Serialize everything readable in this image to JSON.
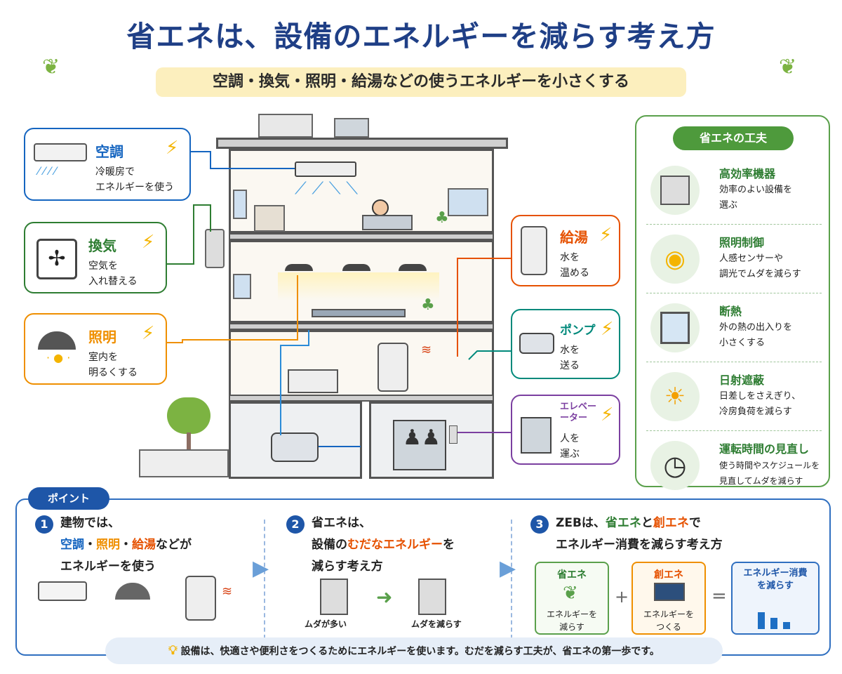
{
  "title": "省エネは、設備のエネルギーを減らす考え方",
  "subtitle": "空調・換気・照明・給湯などの使うエネルギーを小さくする",
  "left_cards": [
    {
      "title": "空調",
      "desc": "冷暖房で\nエネルギーを使う",
      "color": "#1565c0"
    },
    {
      "title": "換気",
      "desc": "空気を\n入れ替える",
      "color": "#2e7d32"
    },
    {
      "title": "照明",
      "desc": "室内を\n明るくする",
      "color": "#ef8f00"
    }
  ],
  "right_cards": [
    {
      "title": "給湯",
      "desc": "水を\n温める",
      "color": "#e65100"
    },
    {
      "title": "ポンプ",
      "desc": "水を\n送る",
      "color": "#00897b"
    },
    {
      "title": "エレベー\nーター",
      "desc": "人を\n運ぶ",
      "color": "#7b3fa0"
    }
  ],
  "right_panel": {
    "header": "省エネの工夫",
    "items": [
      {
        "title": "高効率機器",
        "desc": "効率のよい設備を\n選ぶ"
      },
      {
        "title": "照明制御",
        "desc": "人感センサーや\n調光でムダを減らす"
      },
      {
        "title": "断熱",
        "desc": "外の熱の出入りを\n小さくする"
      },
      {
        "title": "日射遮蔽",
        "desc": "日差しをさえぎり、\n冷房負荷を減らす"
      },
      {
        "title": "運転時間の見直し",
        "desc": "使う時間やスケジュールを\n見直してムダを減らす"
      }
    ]
  },
  "points": {
    "tag": "ポイント",
    "p1": {
      "num": "1",
      "l1": "建物では、",
      "k1": "空調",
      "s1": "・",
      "k2": "照明",
      "s2": "・",
      "k3": "給湯",
      "tail": "などが",
      "l3": "エネルギーを使う"
    },
    "p2": {
      "num": "2",
      "l1": "省エネは、",
      "pre": "設備の",
      "key": "むだなエネルギー",
      "post": "を",
      "l3": "減らす考え方",
      "before": "ムダが多い",
      "after": "ムダを減らす"
    },
    "p3": {
      "num": "3",
      "pre": "ZEBは、",
      "k1": "省エネ",
      "mid": "と",
      "k2": "創エネ",
      "post": "で",
      "l2": "エネルギー消費を減らす考え方",
      "box1_t": "省エネ",
      "box1_d": "エネルギーを\n減らす",
      "box2_t": "創エネ",
      "box2_d": "エネルギーを\nつくる",
      "box3_t": "エネルギー消費\nを減らす",
      "plus": "+",
      "eq": "="
    }
  },
  "footer": "設備は、快適さや便利さをつくるためにエネルギーを使います。むだを減らす工夫が、省エネの第一歩です。",
  "colors": {
    "navy": "#1f3f86",
    "green": "#4e9a3c",
    "blue": "#1e56a8",
    "orange": "#ef8f00"
  }
}
